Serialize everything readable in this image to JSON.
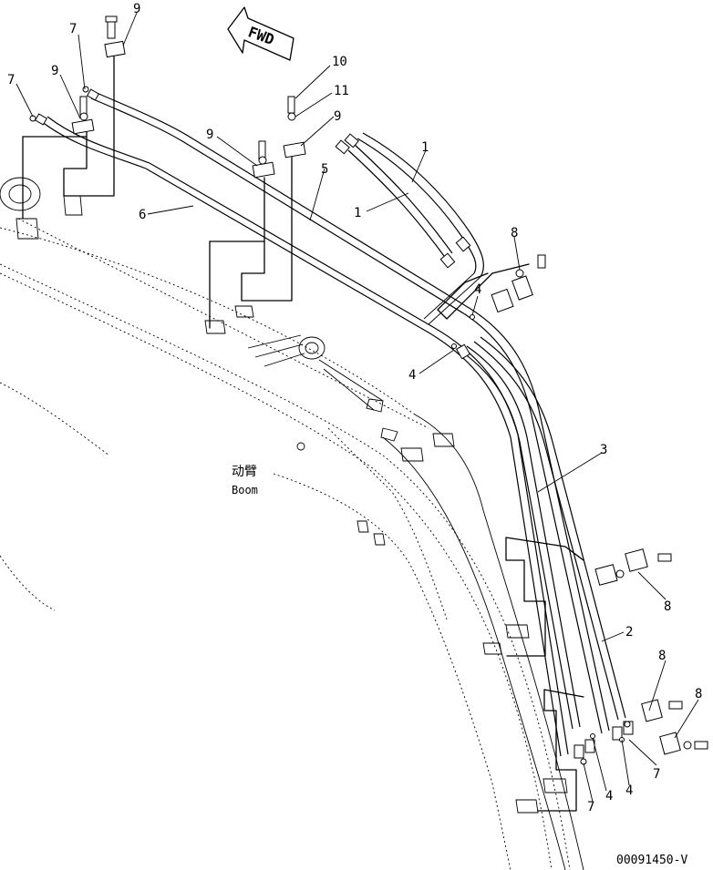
{
  "fwd_label": "FWD",
  "boom_label_cn": "动臂",
  "boom_label_en": "Boom",
  "drawing_code": "00091450-V",
  "callouts": [
    {
      "id": "c-9a",
      "text": "9"
    },
    {
      "id": "c-7a",
      "text": "7"
    },
    {
      "id": "c-7b",
      "text": "7"
    },
    {
      "id": "c-9b",
      "text": "9"
    },
    {
      "id": "c-10",
      "text": "10"
    },
    {
      "id": "c-11",
      "text": "11"
    },
    {
      "id": "c-9c",
      "text": "9"
    },
    {
      "id": "c-9d",
      "text": "9"
    },
    {
      "id": "c-1a",
      "text": "1"
    },
    {
      "id": "c-1b",
      "text": "1"
    },
    {
      "id": "c-5",
      "text": "5"
    },
    {
      "id": "c-6",
      "text": "6"
    },
    {
      "id": "c-8a",
      "text": "8"
    },
    {
      "id": "c-4a",
      "text": "4"
    },
    {
      "id": "c-4b",
      "text": "4"
    },
    {
      "id": "c-3",
      "text": "3"
    },
    {
      "id": "c-8b",
      "text": "8"
    },
    {
      "id": "c-2",
      "text": "2"
    },
    {
      "id": "c-8c",
      "text": "8"
    },
    {
      "id": "c-8d",
      "text": "8"
    },
    {
      "id": "c-7c",
      "text": "7"
    },
    {
      "id": "c-4c",
      "text": "4"
    },
    {
      "id": "c-4d",
      "text": "4"
    },
    {
      "id": "c-7d",
      "text": "7"
    }
  ]
}
